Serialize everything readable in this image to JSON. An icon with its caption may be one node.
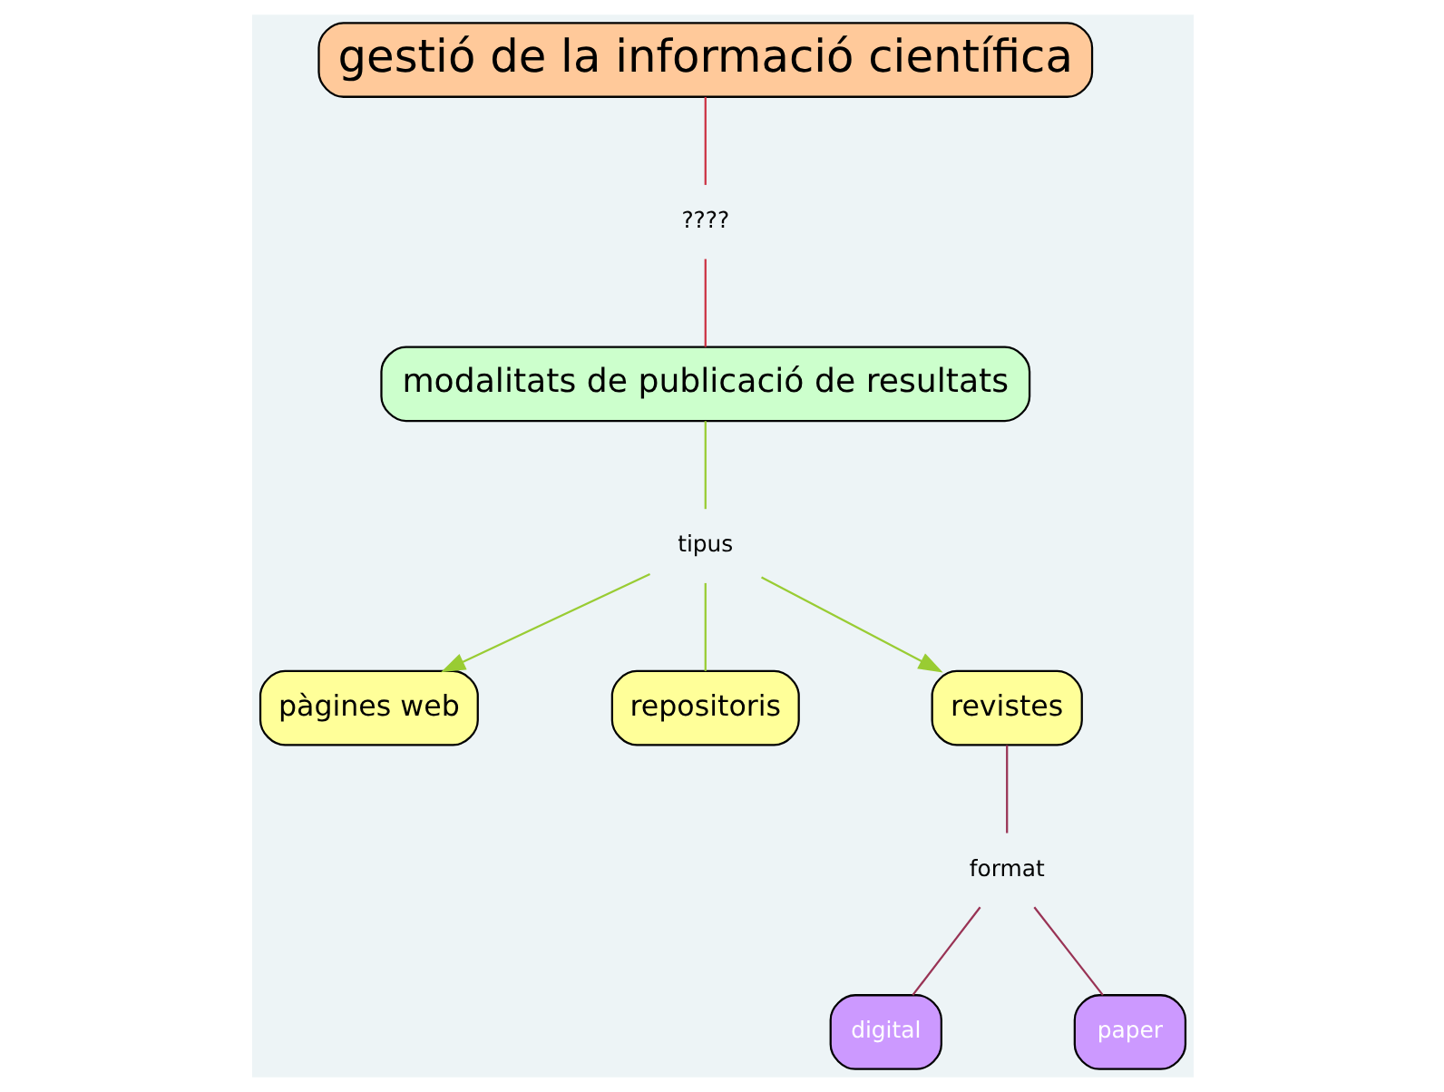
{
  "diagram": {
    "nodes": [
      {
        "text": [
          "gestió de la informació científica"
        ]
      },
      {
        "text": [
          "????"
        ]
      },
      {
        "text": [
          "modalitats de publicació de resultats"
        ]
      },
      {
        "text": [
          "tipus"
        ]
      },
      {
        "text": [
          "pàgines web"
        ]
      },
      {
        "text": [
          "repositoris"
        ]
      },
      {
        "text": [
          "revistes"
        ]
      },
      {
        "text": [
          "format"
        ]
      },
      {
        "text": [
          "digital"
        ]
      },
      {
        "text": [
          "paper"
        ]
      }
    ],
    "edges": [
      {
        "from": 0,
        "to": 1,
        "arrow": "none",
        "color": "#cc3344"
      },
      {
        "from": 1,
        "to": 2,
        "arrow": "none",
        "color": "#cc3344"
      },
      {
        "from": 2,
        "to": 3,
        "arrow": "none"
      },
      {
        "from": 3,
        "to": 4,
        "arrow": "to"
      },
      {
        "from": 3,
        "to": 5,
        "arrow": "none"
      },
      {
        "from": 3,
        "to": 6,
        "arrow": "to"
      },
      {
        "from": 6,
        "to": 7,
        "arrow": "none",
        "color": "#993355"
      },
      {
        "from": 7,
        "to": 8,
        "arrow": "none",
        "color": "#993355"
      },
      {
        "from": 7,
        "to": 9,
        "arrow": "none",
        "color": "#993355"
      }
    ]
  }
}
